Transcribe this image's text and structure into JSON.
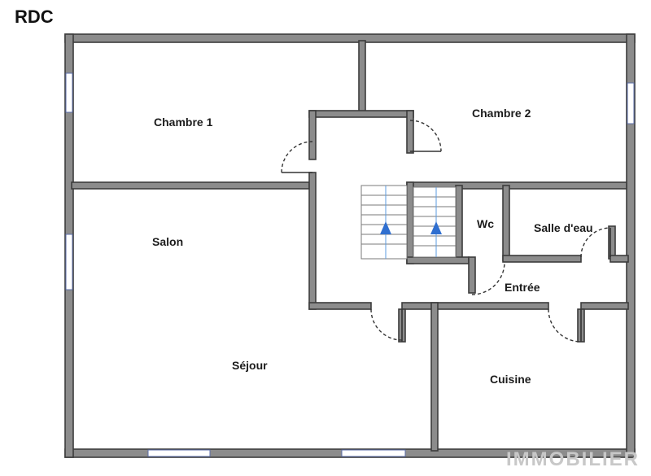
{
  "title": "RDC",
  "rooms": {
    "chambre1": "Chambre 1",
    "chambre2": "Chambre 2",
    "salon": "Salon",
    "sejour": "Séjour",
    "wc": "Wc",
    "salle_eau": "Salle d'eau",
    "entree": "Entrée",
    "cuisine": "Cuisine"
  },
  "watermark": "IMMOBILIER",
  "colors": {
    "wall": "#8c8c8c",
    "window": "#5b6ea8",
    "stair_arrow": "#2f6fd0"
  }
}
